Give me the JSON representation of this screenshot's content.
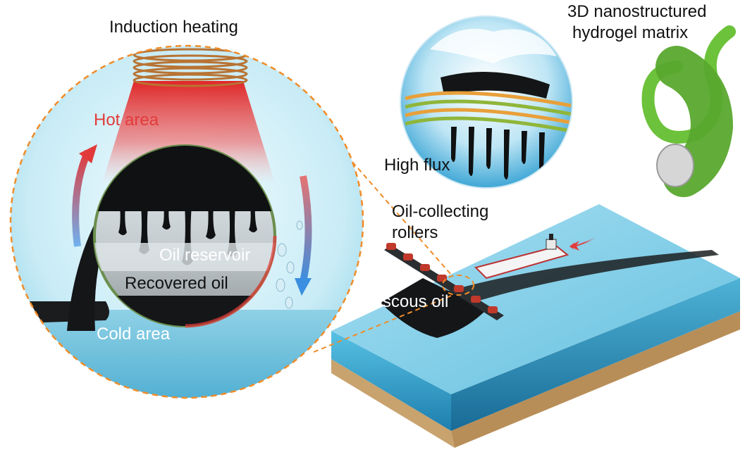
{
  "labels": {
    "induction_heating": "Induction heating",
    "hot_area": "Hot area",
    "oil_reservoir": "Oil reservoir",
    "recovered_oil": "Recovered oil",
    "cold_area": "Cold area",
    "high_flux": "High flux",
    "nanostructure_line1": "3D nanostructured",
    "nanostructure_line2": "hydrogel matrix",
    "rollers_line1": "Oil-collecting",
    "rollers_line2": "rollers",
    "viscous_oil": "Viscous oil"
  },
  "colors": {
    "hot": "#e23a3a",
    "cold": "#4a9be0",
    "dashed_outline": "#f08c28",
    "oil": "#101214",
    "water": "#2f9dc8",
    "hydrogel": "#6cc23a",
    "seabed": "#c9a36e"
  }
}
